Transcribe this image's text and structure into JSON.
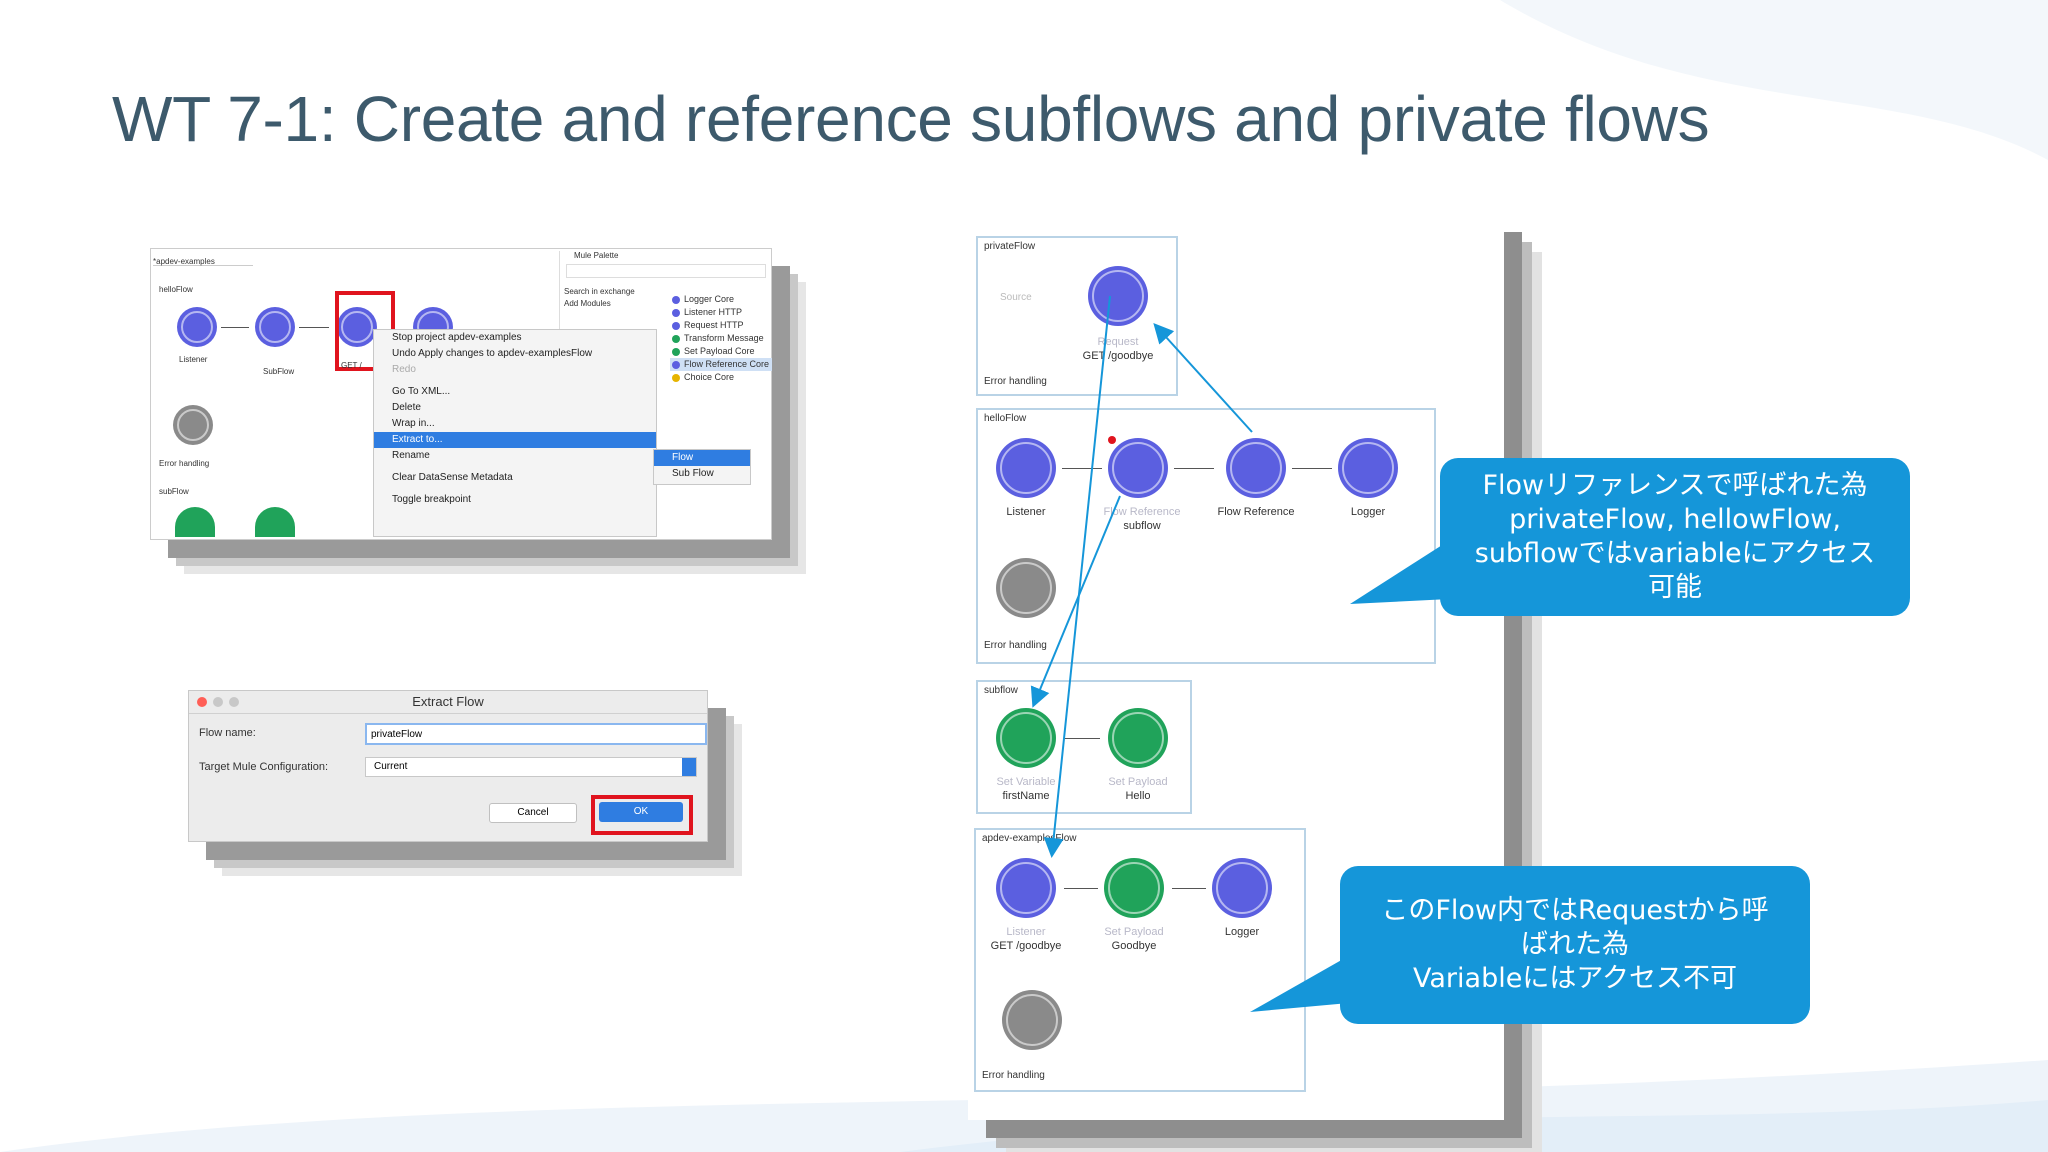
{
  "slide": {
    "title": "WT 7-1: Create and reference subflows and private flows"
  },
  "studio": {
    "editor_tab": "*apdev-examples",
    "palette_tab": "Mule Palette",
    "palette_search": "Search in exchange",
    "palette_add": "Add Modules",
    "palette_items": [
      "Logger Core",
      "Listener HTTP",
      "Request HTTP",
      "Transform Message",
      "Set Payload Core",
      "Flow Reference Core",
      "Choice Core"
    ],
    "hello_flow": "helloFlow",
    "listener": "Listener",
    "flow_reference_subflow": "SubFlow",
    "request_partial": "GET /",
    "error_handling": "Error handling",
    "subflow_title": "subFlow",
    "context_menu": {
      "items": [
        "Stop project apdev-examples",
        "Undo Apply changes to apdev-examplesFlow",
        "Redo",
        "Go To XML...",
        "Delete",
        "Wrap in...",
        "Extract to...",
        "Rename",
        "Clear DataSense Metadata",
        "Toggle breakpoint"
      ],
      "submenu": [
        "Flow",
        "Sub Flow"
      ]
    }
  },
  "dialog": {
    "title": "Extract Flow",
    "flow_name_label": "Flow name:",
    "flow_name_value": "privateFlow",
    "target_label": "Target Mule Configuration:",
    "target_value": "Current",
    "cancel": "Cancel",
    "ok": "OK"
  },
  "canvas": {
    "private_flow": {
      "title": "privateFlow",
      "source": "Source",
      "node_caption": "Request",
      "node_label": "GET /goodbye",
      "error": "Error handling"
    },
    "hello_flow": {
      "title": "helloFlow",
      "listener": "Listener",
      "flowref_caption": "Flow Reference",
      "flowref_sub": "subflow",
      "flowref2": "Flow Reference",
      "logger": "Logger",
      "error": "Error handling"
    },
    "subflow": {
      "title": "subflow",
      "setvar_caption": "Set Variable",
      "setvar_label": "firstName",
      "setpayload_caption": "Set Payload",
      "setpayload_label": "Hello"
    },
    "main_flow": {
      "title": "apdev-examplesFlow",
      "listener_caption": "Listener",
      "listener_label": "GET /goodbye",
      "setpayload_caption": "Set Payload",
      "setpayload_label": "Goodbye",
      "logger": "Logger",
      "error": "Error handling"
    }
  },
  "callouts": {
    "top": [
      "Flowリファレンスで呼ばれた為",
      "privateFlow, hellowFlow,",
      "subflowではvariableにアクセス",
      "可能"
    ],
    "bottom": [
      "このFlow内ではRequestから呼",
      "ばれた為",
      "Variableにはアクセス不可"
    ]
  },
  "colors": {
    "callout": "#1596d9",
    "title": "#3d5a6c",
    "highlight": "#e0141e",
    "node_blue": "#5b5fe0",
    "node_green": "#20a35a"
  }
}
